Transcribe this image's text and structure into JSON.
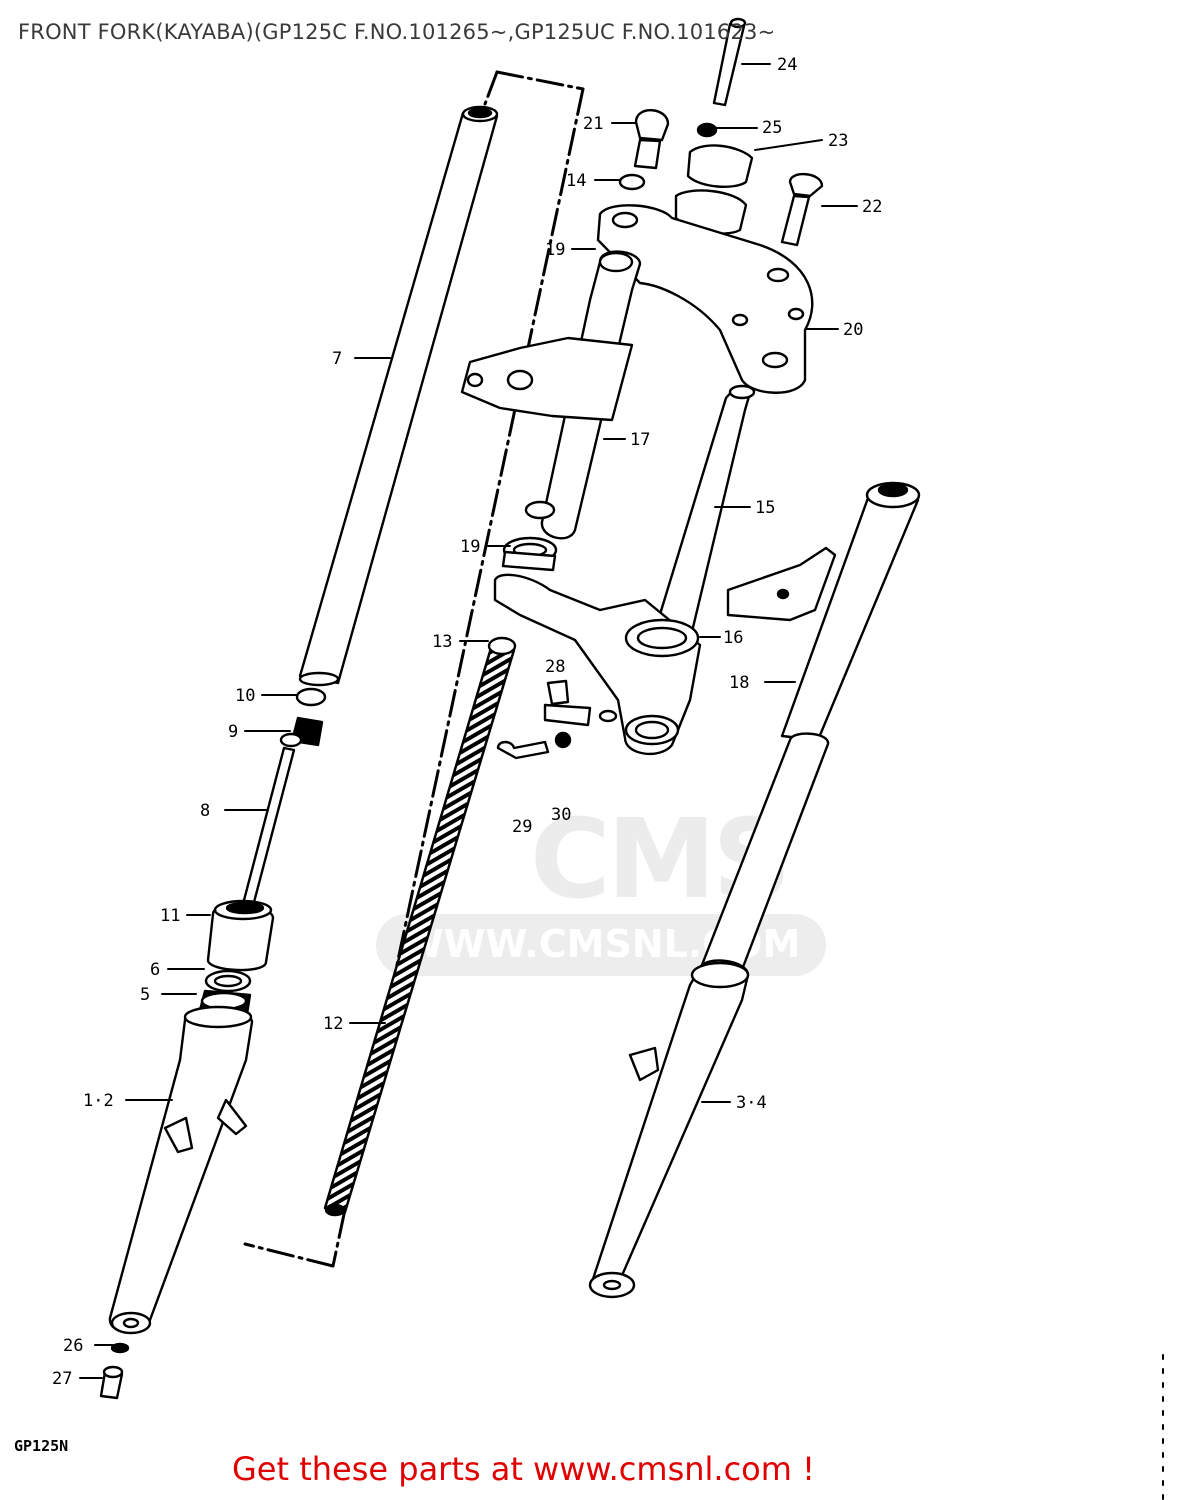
{
  "title": "FRONT FORK(KAYABA)(GP125C F.NO.101265~,GP125UC F.NO.101623~",
  "footer": "Get these parts at www.cmsnl.com !",
  "model_code": "GP125N",
  "watermark": {
    "brand": "CMS",
    "url": "WWW.CMSNL.COM"
  },
  "callouts": [
    "24",
    "21",
    "25",
    "23",
    "14",
    "22",
    "19",
    "20",
    "7",
    "17",
    "15",
    "19",
    "13",
    "16",
    "28",
    "18",
    "10",
    "9",
    "8",
    "29",
    "30",
    "11",
    "6",
    "5",
    "12",
    "1·2",
    "3·4",
    "26",
    "27"
  ],
  "colors": {
    "footer": "#e00000",
    "line": "#000000",
    "watermark": "#ececec"
  }
}
